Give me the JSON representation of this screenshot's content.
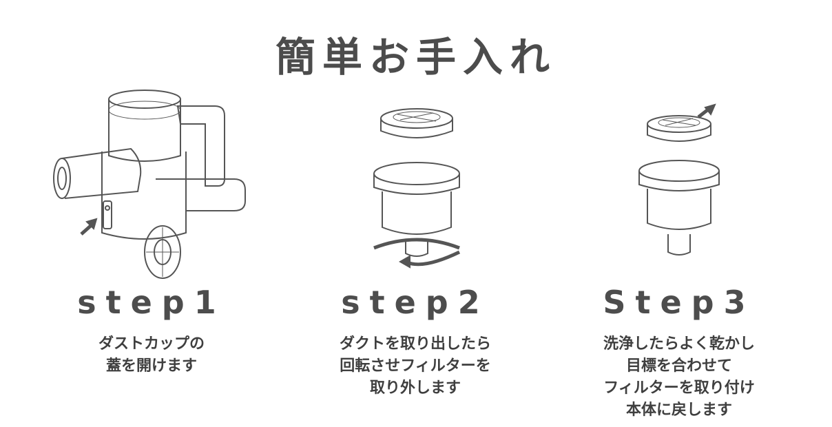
{
  "title": "簡単お手入れ",
  "steps": [
    {
      "heading": "step1",
      "lines": [
        "ダストカップの",
        "蓋を開けます"
      ]
    },
    {
      "heading": "step2",
      "lines": [
        "ダクトを取り出したら",
        "回転させフィルターを",
        "取り外します"
      ]
    },
    {
      "heading": "Step3",
      "lines": [
        "洗浄したらよく乾かし",
        "目標を合わせて",
        "フィルターを取り付け",
        "本体に戻します"
      ]
    }
  ]
}
